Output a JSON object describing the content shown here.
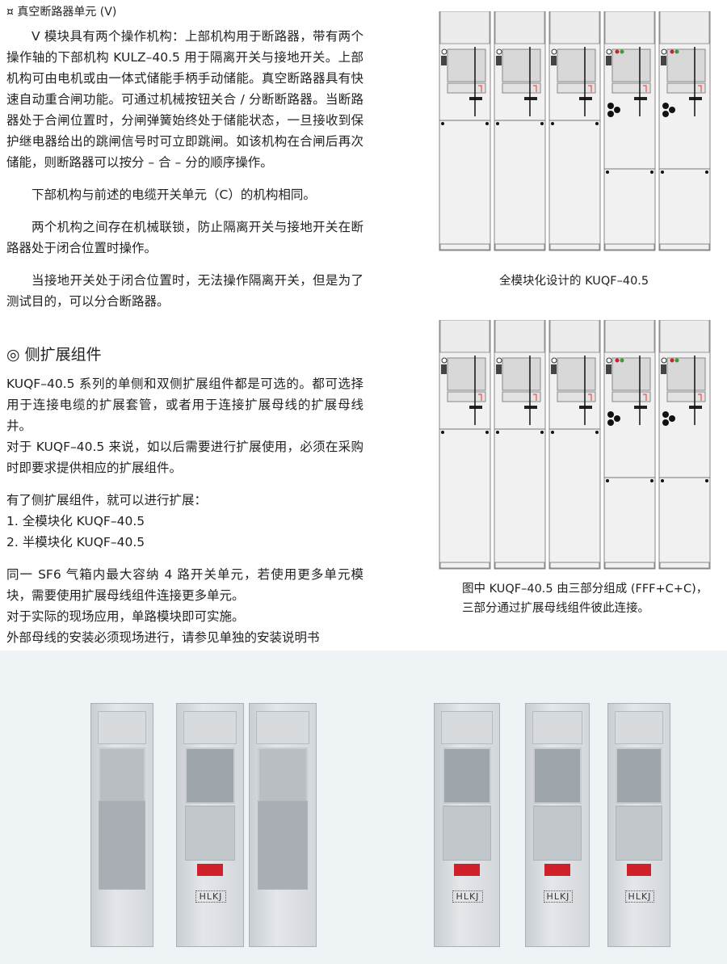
{
  "section_v": {
    "title": "¤ 真空断路器单元 (V)",
    "paragraphs": [
      "V 模块具有两个操作机构：上部机构用于断路器，带有两个操作轴的下部机构 KULZ–40.5 用于隔离开关与接地开关。上部机构可由电机或由一体式储能手柄手动储能。真空断路器具有快速自动重合闸功能。可通过机械按钮关合 / 分断断路器。当断路器处于合闸位置时，分闸弹簧始终处于储能状态，一旦接收到保护继电器给出的跳闸信号时可立即跳闸。如该机构在合闸后再次储能，则断路器可以按分 – 合 – 分的顺序操作。",
      "下部机构与前述的电缆开关单元（C）的机构相同。",
      "两个机构之间存在机械联锁，防止隔离开关与接地开关在断路器处于闭合位置时操作。",
      "当接地开关处于闭合位置时，无法操作隔离开关，但是为了测试目的，可以分合断路器。"
    ]
  },
  "section_ext": {
    "title": "◎ 侧扩展组件",
    "p1": "KUQF–40.5 系列的单侧和双侧扩展组件都是可选的。都可选择用于连接电缆的扩展套管，或者用于连接扩展母线的扩展母线井。",
    "p2": "对于 KUQF–40.5 来说，如以后需要进行扩展使用，必须在采购时即要求提供相应的扩展组件。",
    "p3": "有了侧扩展组件，就可以进行扩展：",
    "list": [
      "1. 全模块化 KUQF–40.5",
      "2. 半模块化 KUQF–40.5"
    ],
    "p4": "同一 SF6 气箱内最大容纳 4 路开关单元，若使用更多单元模块，需要使用扩展母线组件连接更多单元。",
    "p5": "对于实际的现场应用，单路模块即可实施。",
    "p6": "外部母线的安装必须现场进行，请参见单独的安装说明书"
  },
  "figure1": {
    "caption": "全模块化设计的 KUQF–40.5"
  },
  "figure2": {
    "caption_line1": "图中 KUQF–40.5 由三部分组成 (FFF+C+C)，",
    "caption_line2": "三部分通过扩展母线组件彼此连接。"
  },
  "photos": {
    "logo_text": "HLKJ"
  },
  "colors": {
    "band": "#eef3f6",
    "indicator_red": "#d0202a",
    "indicator_green": "#3a9a3a"
  }
}
